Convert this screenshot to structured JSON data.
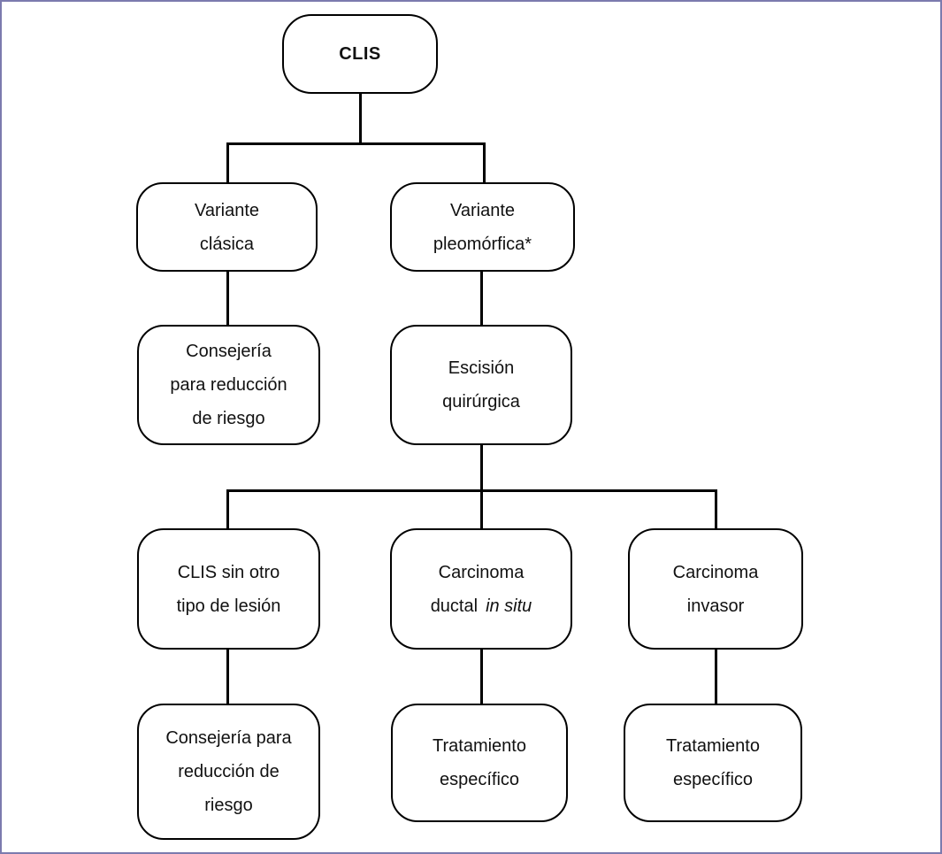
{
  "diagram": {
    "description": "Flujograma de manejo del CLIS (carcinoma lobulillar in situ)",
    "colors": {
      "frame_border": "#7c7bae",
      "node_border": "#000000",
      "node_fill": "#ffffff",
      "connector": "#000000",
      "text": "#111111"
    },
    "nodes": {
      "clis": {
        "text": "CLIS"
      },
      "variante_clasica": {
        "l1": "Variante",
        "l2": "clásica"
      },
      "variante_pleomorfica": {
        "l1": "Variante",
        "l2": "pleomórfica*"
      },
      "consejeria_top": {
        "l1": "Consejería",
        "l2": "para reducción",
        "l3": "de riesgo"
      },
      "escision": {
        "l1": "Escisión",
        "l2": "quirúrgica"
      },
      "clis_sin_otro": {
        "l1": "CLIS sin otro",
        "l2": "tipo de lesión"
      },
      "carcinoma_ductal": {
        "l1": "Carcinoma",
        "l2_plain": "ductal",
        "l2_italic": "in situ"
      },
      "carcinoma_invasor": {
        "l1": "Carcinoma",
        "l2": "invasor"
      },
      "consejeria_bottom": {
        "l1": "Consejería para",
        "l2": "reducción de",
        "l3": "riesgo"
      },
      "tratamiento_cdis": {
        "l1": "Tratamiento",
        "l2": "específico"
      },
      "tratamiento_invasor": {
        "l1": "Tratamiento",
        "l2": "específico"
      }
    }
  }
}
